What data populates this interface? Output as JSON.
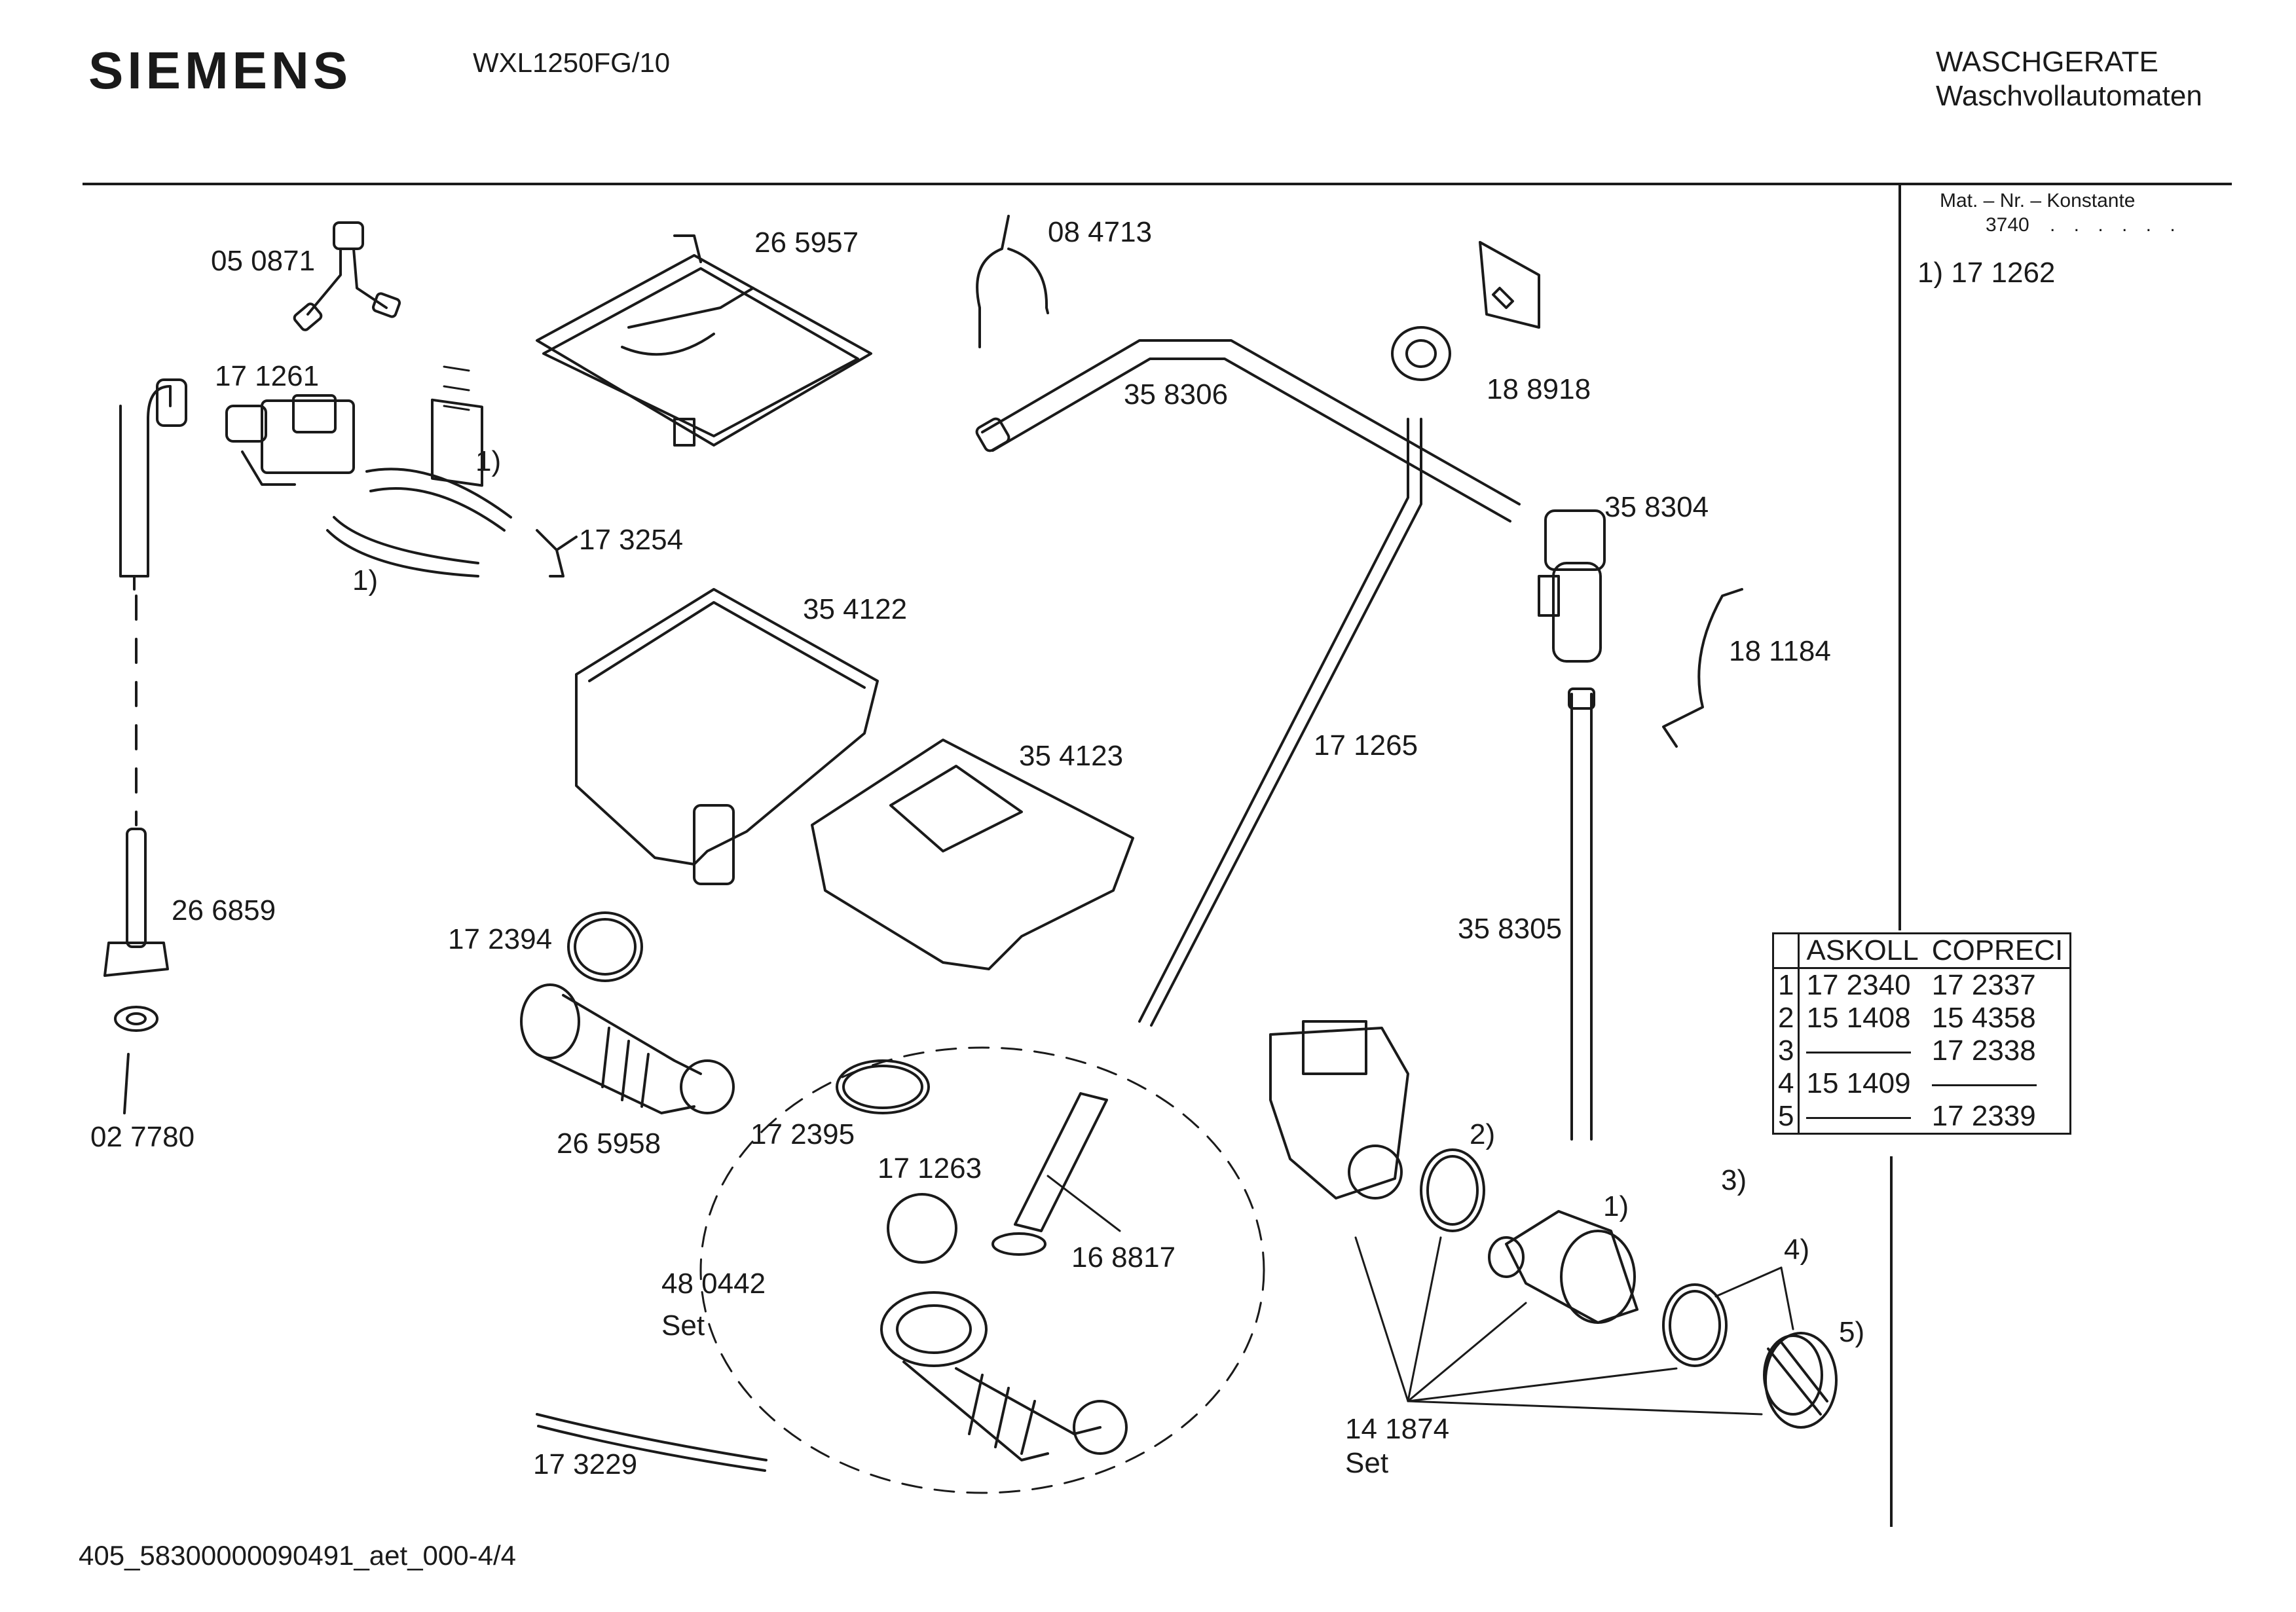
{
  "header": {
    "brand": "SIEMENS",
    "model": "WXL1250FG/10",
    "category": "WASCHGERATE",
    "subcategory": "Waschvollautomaten"
  },
  "sidebar": {
    "mat_line1": "Mat. – Nr. – Konstante",
    "mat_line2": "3740",
    "mat_dots": ". . . . . .",
    "note1": "1) 17 1262"
  },
  "variant_table": {
    "headers": [
      "ASKOLL",
      "COPRECI"
    ],
    "rows": [
      {
        "n": "1",
        "askoll": "17 2340",
        "copreci": "17 2337"
      },
      {
        "n": "2",
        "askoll": "15 1408",
        "copreci": "15 4358"
      },
      {
        "n": "3",
        "askoll": "",
        "copreci": "17 2338"
      },
      {
        "n": "4",
        "askoll": "15 1409",
        "copreci": ""
      },
      {
        "n": "5",
        "askoll": "",
        "copreci": "17 2339"
      }
    ]
  },
  "parts": {
    "p050871": "05 0871",
    "p171261": "17 1261",
    "p265957": "26 5957",
    "p084713": "08 4713",
    "p358306": "35 8306",
    "p188918": "18 8918",
    "p358304": "35 8304",
    "p173254": "17 3254",
    "fn1a": "1)",
    "fn1b": "1)",
    "p354122": "35 4122",
    "p181184": "18 1184",
    "p171265": "17 1265",
    "p354123": "35 4123",
    "p266859": "26 6859",
    "p172394": "17 2394",
    "p358305": "35 8305",
    "p027780": "02 7780",
    "p265958": "26 5958",
    "p172395": "17 2395",
    "p171263": "17 1263",
    "p168817": "16 8817",
    "p480442": "48 0442",
    "set1": "Set",
    "p173229": "17 3229",
    "p141874": "14 1874",
    "set2": "Set",
    "fn2": "2)",
    "fn1c": "1)",
    "fn3": "3)",
    "fn4": "4)",
    "fn5": "5)"
  },
  "footer": {
    "code": "405_58300000090491_aet_000-4/4"
  }
}
